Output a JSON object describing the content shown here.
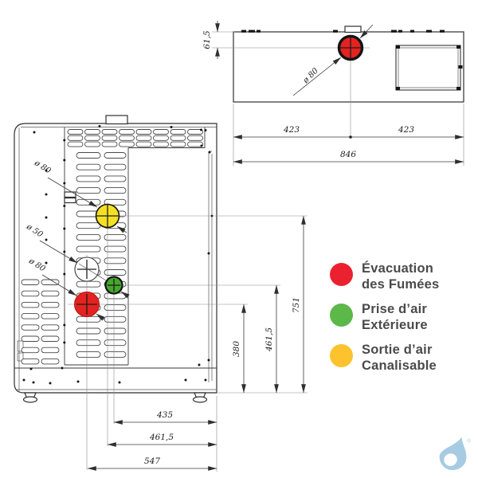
{
  "colors": {
    "flue_red": "#e42320",
    "intake_green": "#45a72b",
    "duct_yellow": "#f4df25",
    "legend_red": "#ec2130",
    "legend_green": "#5cb848",
    "legend_yellow": "#fcc32f",
    "logo_blue": "#a7cbe2"
  },
  "top_view": {
    "offset_dim": "61,5",
    "flue_dia": "ø 80",
    "left_half_dim": "423",
    "right_half_dim": "423",
    "total_width_dim": "846"
  },
  "back_view": {
    "duct_dia": "ø 80",
    "intake_dia": "ø 50",
    "flue_dia": "ø 80",
    "duct_height_dim": "751",
    "intake_height_dim": "461,5",
    "flue_height_dim": "380",
    "intake_x_dim": "435",
    "duct_x_dim": "461,5",
    "flue_x_dim": "547"
  },
  "legend": {
    "items": [
      {
        "line1": "Évacuation",
        "line2": "des Fumées"
      },
      {
        "line1": "Prise d’air",
        "line2": "Extérieure"
      },
      {
        "line1": "Sortie d’air",
        "line2": "Canalisable"
      }
    ]
  },
  "logo": {
    "registered_mark": "®"
  }
}
